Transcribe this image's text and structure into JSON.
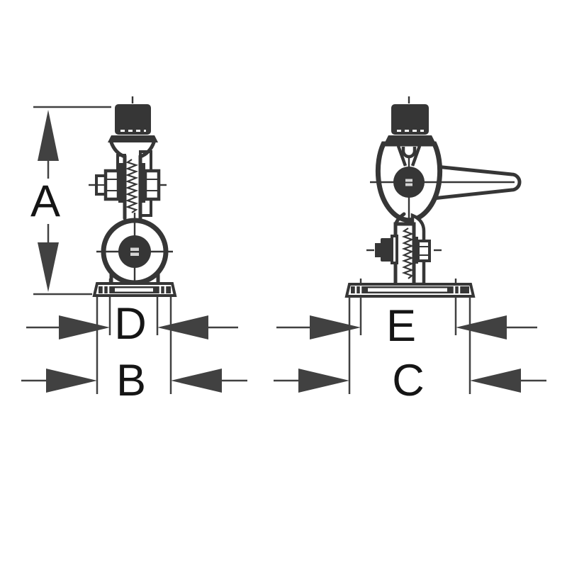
{
  "colors": {
    "paper": "#ffffff",
    "ink": "#363636",
    "dimline": "#414141",
    "labelink": "#151515",
    "pivotmark": "#d5d5d5"
  },
  "dimensions": {
    "A": {
      "label": "A"
    },
    "B": {
      "label": "B"
    },
    "C": {
      "label": "C"
    },
    "D": {
      "label": "D"
    },
    "E": {
      "label": "E"
    }
  }
}
